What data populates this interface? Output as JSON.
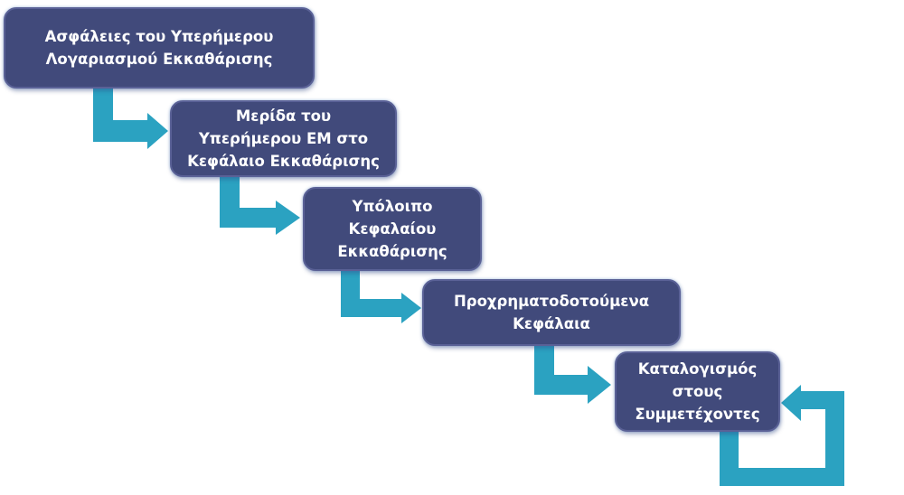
{
  "colors": {
    "box_fill": "#414a7b",
    "box_border": "#5a6196",
    "arrow": "#2ba2c1",
    "text": "#ffffff",
    "background": "#ffffff"
  },
  "steps": [
    {
      "lines": [
        "Ασφάλειες του Υπερήμερου",
        "Λογαριασμού Εκκαθάρισης"
      ]
    },
    {
      "lines": [
        "Μερίδα του",
        "Υπερήμερου ΕΜ στο",
        "Κεφάλαιο Εκκαθάρισης"
      ]
    },
    {
      "lines": [
        "Υπόλοιπο",
        "Κεφαλαίου",
        "Εκκαθάρισης"
      ]
    },
    {
      "lines": [
        "Προχρηματοδοτούμενα",
        "Κεφάλαια"
      ]
    },
    {
      "lines": [
        "Καταλογισμός",
        "στους",
        "Συμμετέχοντες"
      ]
    }
  ],
  "connectors": [
    {
      "from": 0,
      "to": 1,
      "type": "elbow-arrow"
    },
    {
      "from": 1,
      "to": 2,
      "type": "elbow-arrow"
    },
    {
      "from": 2,
      "to": 3,
      "type": "elbow-arrow"
    },
    {
      "from": 3,
      "to": 4,
      "type": "elbow-arrow"
    },
    {
      "from": 4,
      "to": 4,
      "type": "loop-arrow"
    }
  ]
}
